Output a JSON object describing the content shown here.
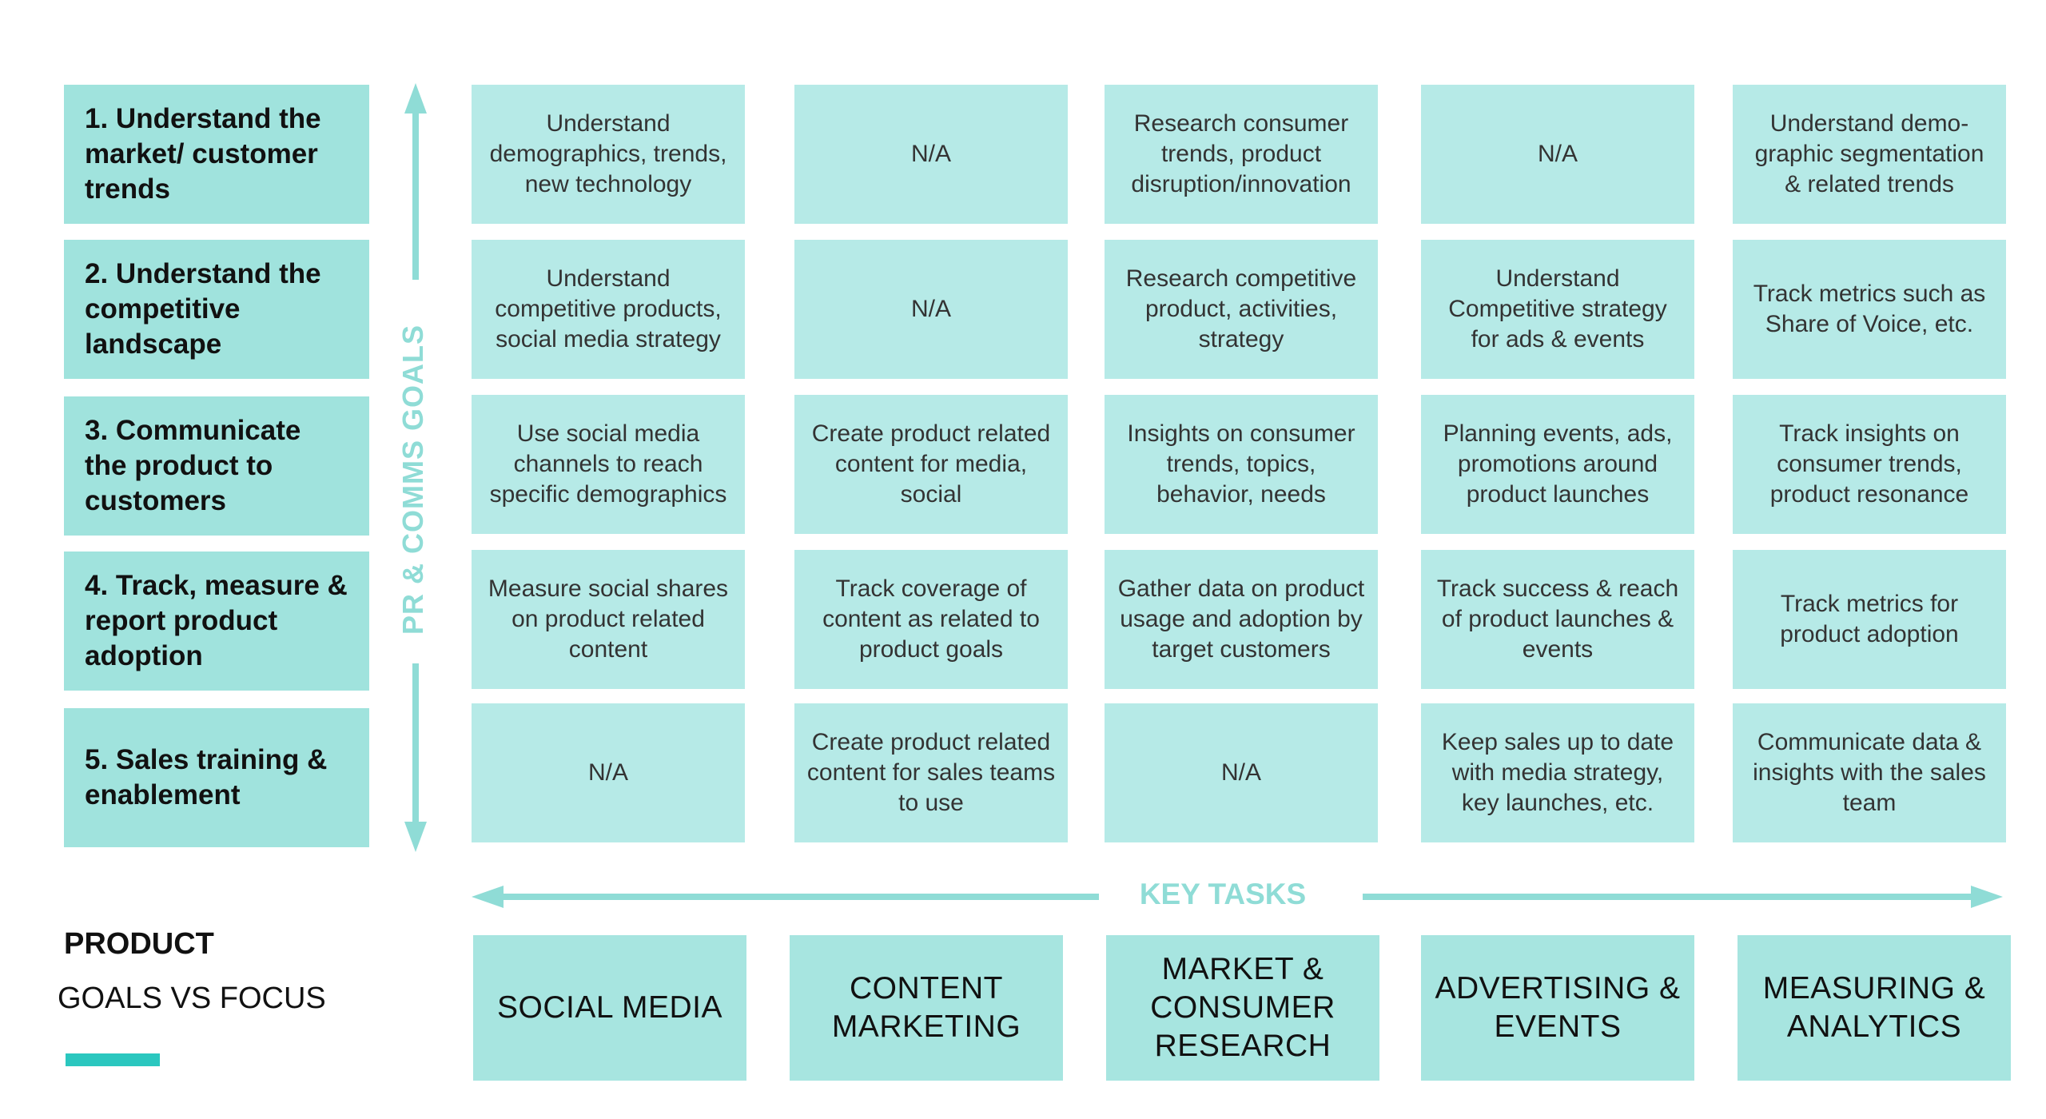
{
  "title": {
    "line1": "PRODUCT",
    "line2": "GOALS VS FOCUS"
  },
  "axes": {
    "vertical_label": "PR & COMMS GOALS",
    "horizontal_label": "KEY TASKS"
  },
  "goals": [
    "1. Understand the market/ customer trends",
    "2. Understand the competitive landscape",
    "3. Communicate the product to customers",
    "4. Track, measure & report product adoption",
    "5. Sales training & enablement"
  ],
  "categories": [
    "SOCIAL MEDIA",
    "CONTENT MARKETING",
    "MARKET & CONSUMER RESEARCH",
    "ADVERTISING & EVENTS",
    "MEASURING & ANALYTICS"
  ],
  "grid": [
    [
      "Understand demographics, trends, new technology",
      "N/A",
      "Research consumer trends, product disruption/innovation",
      "N/A",
      "Understand demo-graphic segmentation & related trends"
    ],
    [
      "Understand competitive products, social media strategy",
      "N/A",
      "Research competitive product, activities, strategy",
      "Understand Competitive strategy for ads & events",
      "Track metrics such as Share of Voice, etc."
    ],
    [
      "Use social media channels to reach specific demographics",
      "Create product related content for media, social",
      "Insights on consumer trends, topics, behavior, needs",
      "Planning events, ads, promotions around product launches",
      "Track insights on consumer trends, product resonance"
    ],
    [
      "Measure social shares on product related content",
      "Track coverage of content as related to product goals",
      "Gather data on product usage and adoption by target customers",
      "Track success & reach  of product launches & events",
      "Track metrics for product adoption"
    ],
    [
      "N/A",
      "Create product related content for sales teams to use",
      "N/A",
      "Keep sales up to date with media strategy, key launches, etc.",
      "Communicate data & insights with the sales team"
    ]
  ],
  "colors": {
    "goal_fill": "#a0e3dd",
    "cell_fill": "#b6eae7",
    "category_fill": "#a7e5e0",
    "arrow": "#8fdcd6",
    "accent_bar": "#2bc7bf"
  }
}
